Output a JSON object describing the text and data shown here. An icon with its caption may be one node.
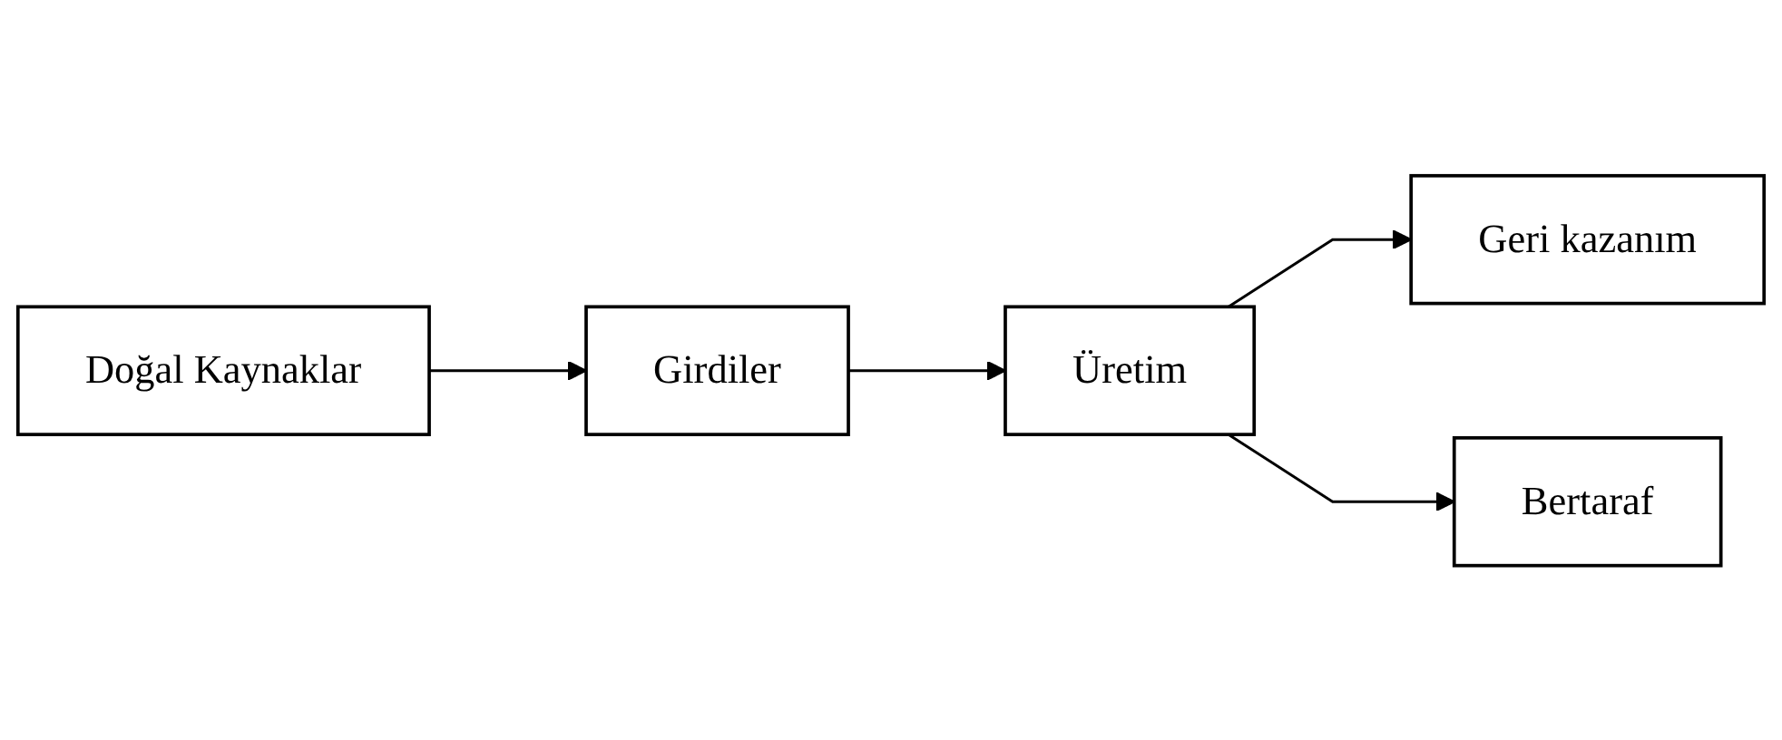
{
  "diagram": {
    "nodes": [
      {
        "text": [
          "Doğal Kaynaklar"
        ]
      },
      {
        "text": [
          "Girdiler"
        ]
      },
      {
        "text": [
          "Üretim"
        ]
      },
      {
        "text": [
          "Geri kazanım"
        ]
      },
      {
        "text": [
          "Bertaraf"
        ]
      }
    ],
    "edges": [
      {
        "from": 0,
        "to": 1,
        "arrow": "to"
      },
      {
        "from": 1,
        "to": 2,
        "arrow": "to"
      },
      {
        "from": 2,
        "to": 3,
        "arrow": "to"
      },
      {
        "from": 2,
        "to": 4,
        "arrow": "to"
      }
    ]
  }
}
